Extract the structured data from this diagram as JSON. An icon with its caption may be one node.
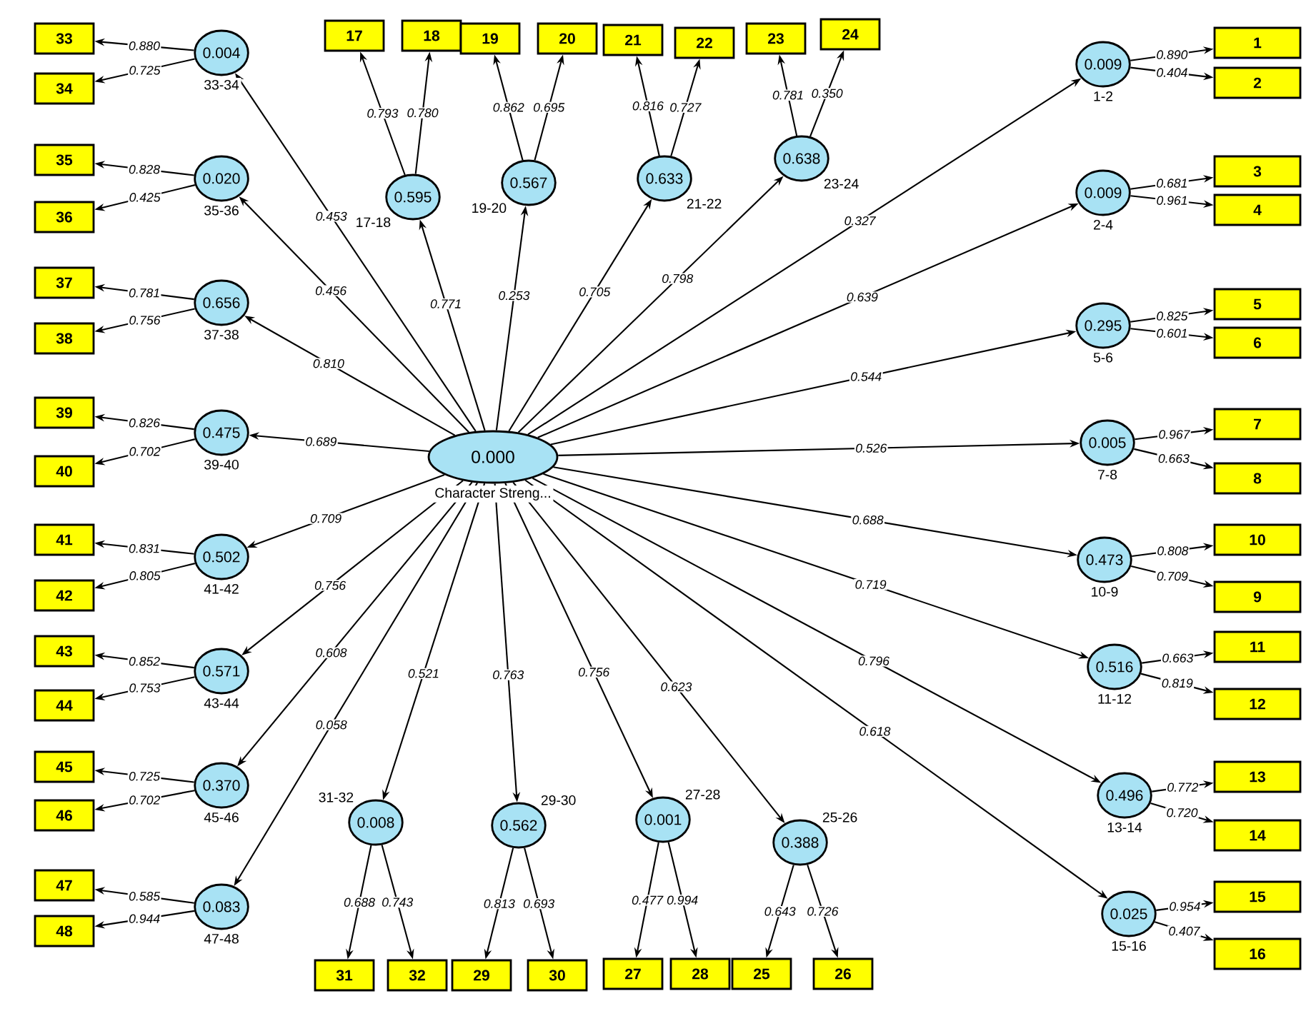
{
  "diagram": {
    "nodes": [
      {
        "text": [
          "0.000"
        ],
        "beside": [
          "Character Streng..."
        ]
      },
      {
        "text": [
          "0.009"
        ],
        "beside": [
          "1-2"
        ]
      },
      {
        "text": [
          "1"
        ]
      },
      {
        "text": [
          "2"
        ]
      },
      {
        "text": [
          "0.009"
        ],
        "beside": [
          "2-4"
        ]
      },
      {
        "text": [
          "3"
        ]
      },
      {
        "text": [
          "4"
        ]
      },
      {
        "text": [
          "0.295"
        ],
        "beside": [
          "5-6"
        ]
      },
      {
        "text": [
          "5"
        ]
      },
      {
        "text": [
          "6"
        ]
      },
      {
        "text": [
          "0.005"
        ],
        "beside": [
          "7-8"
        ]
      },
      {
        "text": [
          "7"
        ]
      },
      {
        "text": [
          "8"
        ]
      },
      {
        "text": [
          "0.473"
        ],
        "beside": [
          "10-9"
        ]
      },
      {
        "text": [
          "10"
        ]
      },
      {
        "text": [
          "9"
        ]
      },
      {
        "text": [
          "0.516"
        ],
        "beside": [
          "11-12"
        ]
      },
      {
        "text": [
          "11"
        ]
      },
      {
        "text": [
          "12"
        ]
      },
      {
        "text": [
          "0.496"
        ],
        "beside": [
          "13-14"
        ]
      },
      {
        "text": [
          "13"
        ]
      },
      {
        "text": [
          "14"
        ]
      },
      {
        "text": [
          "0.025"
        ],
        "beside": [
          "15-16"
        ]
      },
      {
        "text": [
          "15"
        ]
      },
      {
        "text": [
          "16"
        ]
      },
      {
        "text": [
          "0.004"
        ],
        "beside": [
          "33-34"
        ]
      },
      {
        "text": [
          "33"
        ]
      },
      {
        "text": [
          "34"
        ]
      },
      {
        "text": [
          "0.020"
        ],
        "beside": [
          "35-36"
        ]
      },
      {
        "text": [
          "35"
        ]
      },
      {
        "text": [
          "36"
        ]
      },
      {
        "text": [
          "0.656"
        ],
        "beside": [
          "37-38"
        ]
      },
      {
        "text": [
          "37"
        ]
      },
      {
        "text": [
          "38"
        ]
      },
      {
        "text": [
          "0.475"
        ],
        "beside": [
          "39-40"
        ]
      },
      {
        "text": [
          "39"
        ]
      },
      {
        "text": [
          "40"
        ]
      },
      {
        "text": [
          "0.502"
        ],
        "beside": [
          "41-42"
        ]
      },
      {
        "text": [
          "41"
        ]
      },
      {
        "text": [
          "42"
        ]
      },
      {
        "text": [
          "0.571"
        ],
        "beside": [
          "43-44"
        ]
      },
      {
        "text": [
          "43"
        ]
      },
      {
        "text": [
          "44"
        ]
      },
      {
        "text": [
          "0.370"
        ],
        "beside": [
          "45-46"
        ]
      },
      {
        "text": [
          "45"
        ]
      },
      {
        "text": [
          "46"
        ]
      },
      {
        "text": [
          "0.083"
        ],
        "beside": [
          "47-48"
        ]
      },
      {
        "text": [
          "47"
        ]
      },
      {
        "text": [
          "48"
        ]
      },
      {
        "text": [
          "0.595"
        ],
        "beside": [
          "17-18"
        ]
      },
      {
        "text": [
          "17"
        ]
      },
      {
        "text": [
          "18"
        ]
      },
      {
        "text": [
          "0.567"
        ],
        "beside": [
          "19-20"
        ]
      },
      {
        "text": [
          "19"
        ]
      },
      {
        "text": [
          "20"
        ]
      },
      {
        "text": [
          "0.633"
        ],
        "beside": [
          "21-22"
        ]
      },
      {
        "text": [
          "21"
        ]
      },
      {
        "text": [
          "22"
        ]
      },
      {
        "text": [
          "0.638"
        ],
        "beside": [
          "23-24"
        ]
      },
      {
        "text": [
          "23"
        ]
      },
      {
        "text": [
          "24"
        ]
      },
      {
        "text": [
          "0.008"
        ],
        "beside": [
          "31-32"
        ]
      },
      {
        "text": [
          "31"
        ]
      },
      {
        "text": [
          "32"
        ]
      },
      {
        "text": [
          "0.562"
        ],
        "beside": [
          "29-30"
        ]
      },
      {
        "text": [
          "29"
        ]
      },
      {
        "text": [
          "30"
        ]
      },
      {
        "text": [
          "0.001"
        ],
        "beside": [
          "27-28"
        ]
      },
      {
        "text": [
          "27"
        ]
      },
      {
        "text": [
          "28"
        ]
      },
      {
        "text": [
          "0.388"
        ],
        "beside": [
          "25-26"
        ]
      },
      {
        "text": [
          "25"
        ]
      },
      {
        "text": [
          "26"
        ]
      }
    ],
    "edges": [
      {
        "from": 0,
        "to": 1,
        "arrow": "to",
        "label": "0.327"
      },
      {
        "from": 1,
        "to": 2,
        "arrow": "to",
        "label": "0.890"
      },
      {
        "from": 1,
        "to": 3,
        "arrow": "to",
        "label": "0.404"
      },
      {
        "from": 0,
        "to": 4,
        "arrow": "to",
        "label": "0.639"
      },
      {
        "from": 4,
        "to": 5,
        "arrow": "to",
        "label": "0.681"
      },
      {
        "from": 4,
        "to": 6,
        "arrow": "to",
        "label": "0.961"
      },
      {
        "from": 0,
        "to": 7,
        "arrow": "to",
        "label": "0.544"
      },
      {
        "from": 7,
        "to": 8,
        "arrow": "to",
        "label": "0.825"
      },
      {
        "from": 7,
        "to": 9,
        "arrow": "to",
        "label": "0.601"
      },
      {
        "from": 0,
        "to": 10,
        "arrow": "to",
        "label": "0.526"
      },
      {
        "from": 10,
        "to": 11,
        "arrow": "to",
        "label": "0.967"
      },
      {
        "from": 10,
        "to": 12,
        "arrow": "to",
        "label": "0.663"
      },
      {
        "from": 0,
        "to": 13,
        "arrow": "to",
        "label": "0.688"
      },
      {
        "from": 13,
        "to": 14,
        "arrow": "to",
        "label": "0.808"
      },
      {
        "from": 13,
        "to": 15,
        "arrow": "to",
        "label": "0.709"
      },
      {
        "from": 0,
        "to": 16,
        "arrow": "to",
        "label": "0.719"
      },
      {
        "from": 16,
        "to": 17,
        "arrow": "to",
        "label": "0.663"
      },
      {
        "from": 16,
        "to": 18,
        "arrow": "to",
        "label": "0.819"
      },
      {
        "from": 0,
        "to": 19,
        "arrow": "to",
        "label": "0.796"
      },
      {
        "from": 19,
        "to": 20,
        "arrow": "to",
        "label": "0.772"
      },
      {
        "from": 19,
        "to": 21,
        "arrow": "to",
        "label": "0.720"
      },
      {
        "from": 0,
        "to": 22,
        "arrow": "to",
        "label": "0.618"
      },
      {
        "from": 22,
        "to": 23,
        "arrow": "to",
        "label": "0.954"
      },
      {
        "from": 22,
        "to": 24,
        "arrow": "to",
        "label": "0.407"
      },
      {
        "from": 0,
        "to": 25,
        "arrow": "to",
        "label": "0.453"
      },
      {
        "from": 25,
        "to": 26,
        "arrow": "to",
        "label": "0.880"
      },
      {
        "from": 25,
        "to": 27,
        "arrow": "to",
        "label": "0.725"
      },
      {
        "from": 0,
        "to": 28,
        "arrow": "to",
        "label": "0.456"
      },
      {
        "from": 28,
        "to": 29,
        "arrow": "to",
        "label": "0.828"
      },
      {
        "from": 28,
        "to": 30,
        "arrow": "to",
        "label": "0.425"
      },
      {
        "from": 0,
        "to": 31,
        "arrow": "to",
        "label": "0.810"
      },
      {
        "from": 31,
        "to": 32,
        "arrow": "to",
        "label": "0.781"
      },
      {
        "from": 31,
        "to": 33,
        "arrow": "to",
        "label": "0.756"
      },
      {
        "from": 0,
        "to": 34,
        "arrow": "to",
        "label": "0.689"
      },
      {
        "from": 34,
        "to": 35,
        "arrow": "to",
        "label": "0.826"
      },
      {
        "from": 34,
        "to": 36,
        "arrow": "to",
        "label": "0.702"
      },
      {
        "from": 0,
        "to": 37,
        "arrow": "to",
        "label": "0.709"
      },
      {
        "from": 37,
        "to": 38,
        "arrow": "to",
        "label": "0.831"
      },
      {
        "from": 37,
        "to": 39,
        "arrow": "to",
        "label": "0.805"
      },
      {
        "from": 0,
        "to": 40,
        "arrow": "to",
        "label": "0.756"
      },
      {
        "from": 40,
        "to": 41,
        "arrow": "to",
        "label": "0.852"
      },
      {
        "from": 40,
        "to": 42,
        "arrow": "to",
        "label": "0.753"
      },
      {
        "from": 0,
        "to": 43,
        "arrow": "to",
        "label": "0.608"
      },
      {
        "from": 43,
        "to": 44,
        "arrow": "to",
        "label": "0.725"
      },
      {
        "from": 43,
        "to": 45,
        "arrow": "to",
        "label": "0.702"
      },
      {
        "from": 0,
        "to": 46,
        "arrow": "to",
        "label": "0.058"
      },
      {
        "from": 46,
        "to": 47,
        "arrow": "to",
        "label": "0.585"
      },
      {
        "from": 46,
        "to": 48,
        "arrow": "to",
        "label": "0.944"
      },
      {
        "from": 0,
        "to": 49,
        "arrow": "to",
        "label": "0.771"
      },
      {
        "from": 49,
        "to": 50,
        "arrow": "to",
        "label": "0.793"
      },
      {
        "from": 49,
        "to": 51,
        "arrow": "to",
        "label": "0.780"
      },
      {
        "from": 0,
        "to": 52,
        "arrow": "to",
        "label": "0.253"
      },
      {
        "from": 52,
        "to": 53,
        "arrow": "to",
        "label": "0.862"
      },
      {
        "from": 52,
        "to": 54,
        "arrow": "to",
        "label": "0.695"
      },
      {
        "from": 0,
        "to": 55,
        "arrow": "to",
        "label": "0.705"
      },
      {
        "from": 55,
        "to": 56,
        "arrow": "to",
        "label": "0.816"
      },
      {
        "from": 55,
        "to": 57,
        "arrow": "to",
        "label": "0.727"
      },
      {
        "from": 0,
        "to": 58,
        "arrow": "to",
        "label": "0.798"
      },
      {
        "from": 58,
        "to": 59,
        "arrow": "to",
        "label": "0.781"
      },
      {
        "from": 58,
        "to": 60,
        "arrow": "to",
        "label": "0.350"
      },
      {
        "from": 0,
        "to": 61,
        "arrow": "to",
        "label": "0.521"
      },
      {
        "from": 61,
        "to": 62,
        "arrow": "to",
        "label": "0.688"
      },
      {
        "from": 61,
        "to": 63,
        "arrow": "to",
        "label": "0.743"
      },
      {
        "from": 0,
        "to": 64,
        "arrow": "to",
        "label": "0.763"
      },
      {
        "from": 64,
        "to": 65,
        "arrow": "to",
        "label": "0.813"
      },
      {
        "from": 64,
        "to": 66,
        "arrow": "to",
        "label": "0.693"
      },
      {
        "from": 0,
        "to": 67,
        "arrow": "to",
        "label": "0.756"
      },
      {
        "from": 67,
        "to": 68,
        "arrow": "to",
        "label": "0.477"
      },
      {
        "from": 67,
        "to": 69,
        "arrow": "to",
        "label": "0.994"
      },
      {
        "from": 0,
        "to": 70,
        "arrow": "to",
        "label": "0.623"
      },
      {
        "from": 70,
        "to": 71,
        "arrow": "to",
        "label": "0.643"
      },
      {
        "from": 70,
        "to": 72,
        "arrow": "to",
        "label": "0.726"
      }
    ]
  }
}
